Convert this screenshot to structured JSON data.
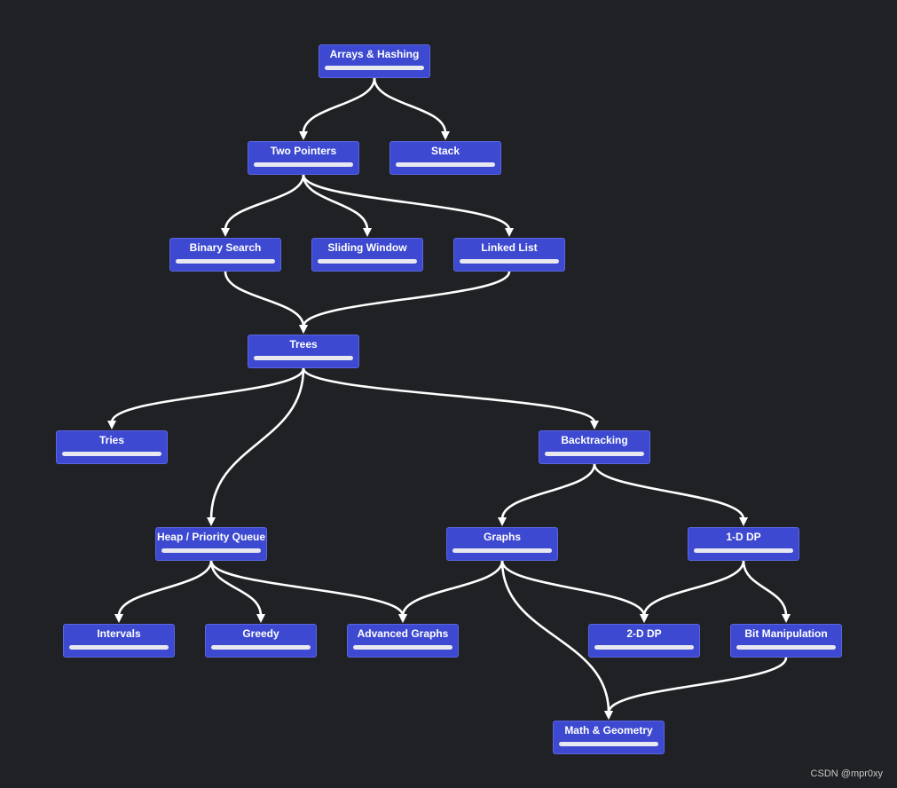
{
  "diagram": {
    "nodes": [
      {
        "id": "arrays-hashing",
        "label": "Arrays & Hashing",
        "progress": 0
      },
      {
        "id": "two-pointers",
        "label": "Two Pointers",
        "progress": 0
      },
      {
        "id": "stack",
        "label": "Stack",
        "progress": 0
      },
      {
        "id": "binary-search",
        "label": "Binary Search",
        "progress": 0
      },
      {
        "id": "sliding-window",
        "label": "Sliding Window",
        "progress": 0
      },
      {
        "id": "linked-list",
        "label": "Linked List",
        "progress": 0
      },
      {
        "id": "trees",
        "label": "Trees",
        "progress": 0
      },
      {
        "id": "tries",
        "label": "Tries",
        "progress": 0
      },
      {
        "id": "backtracking",
        "label": "Backtracking",
        "progress": 0
      },
      {
        "id": "heap-priority-queue",
        "label": "Heap / Priority Queue",
        "progress": 0
      },
      {
        "id": "graphs",
        "label": "Graphs",
        "progress": 0
      },
      {
        "id": "1d-dp",
        "label": "1-D DP",
        "progress": 0
      },
      {
        "id": "intervals",
        "label": "Intervals",
        "progress": 0
      },
      {
        "id": "greedy",
        "label": "Greedy",
        "progress": 0
      },
      {
        "id": "advanced-graphs",
        "label": "Advanced Graphs",
        "progress": 0
      },
      {
        "id": "2d-dp",
        "label": "2-D DP",
        "progress": 0
      },
      {
        "id": "bit-manipulation",
        "label": "Bit Manipulation",
        "progress": 0
      },
      {
        "id": "math-geometry",
        "label": "Math & Geometry",
        "progress": 0
      }
    ],
    "edges": [
      [
        "arrays-hashing",
        "two-pointers"
      ],
      [
        "arrays-hashing",
        "stack"
      ],
      [
        "two-pointers",
        "binary-search"
      ],
      [
        "two-pointers",
        "sliding-window"
      ],
      [
        "two-pointers",
        "linked-list"
      ],
      [
        "binary-search",
        "trees"
      ],
      [
        "linked-list",
        "trees"
      ],
      [
        "trees",
        "tries"
      ],
      [
        "trees",
        "heap-priority-queue"
      ],
      [
        "trees",
        "backtracking"
      ],
      [
        "backtracking",
        "graphs"
      ],
      [
        "backtracking",
        "1d-dp"
      ],
      [
        "heap-priority-queue",
        "intervals"
      ],
      [
        "heap-priority-queue",
        "greedy"
      ],
      [
        "heap-priority-queue",
        "advanced-graphs"
      ],
      [
        "graphs",
        "advanced-graphs"
      ],
      [
        "graphs",
        "2d-dp"
      ],
      [
        "graphs",
        "math-geometry"
      ],
      [
        "1d-dp",
        "2d-dp"
      ],
      [
        "1d-dp",
        "bit-manipulation"
      ],
      [
        "bit-manipulation",
        "math-geometry"
      ]
    ]
  },
  "watermark": "CSDN @mpr0xy",
  "colors": {
    "background": "#202124",
    "node_fill": "#3c49d0",
    "edge": "#ffffff",
    "progress_track": "#e8e8f0"
  }
}
